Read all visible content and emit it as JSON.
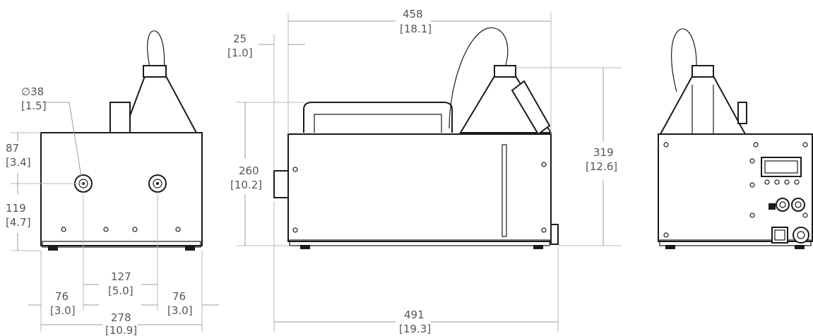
{
  "colors": {
    "outline": "#1a1a1a",
    "dimension": "#9a9a9a",
    "text": "#555555"
  },
  "dimensions": {
    "diameter": {
      "mm": "∅38",
      "in": "[1.5]"
    },
    "height_upper_left": {
      "mm": "87",
      "in": "[3.4]"
    },
    "height_lower_left": {
      "mm": "119",
      "in": "[4.7]"
    },
    "spacing_center": {
      "mm": "127",
      "in": "[5.0]"
    },
    "offset_left": {
      "mm": "76",
      "in": "[3.0]"
    },
    "offset_right": {
      "mm": "76",
      "in": "[3.0]"
    },
    "width_front": {
      "mm": "278",
      "in": "[10.9]"
    },
    "side_length_top": {
      "mm": "458",
      "in": "[18.1]"
    },
    "side_offset_top": {
      "mm": "25",
      "in": "[1.0]"
    },
    "side_height_body": {
      "mm": "260",
      "in": "[10.2]"
    },
    "side_height_total": {
      "mm": "319",
      "in": "[12.6]"
    },
    "side_length_bottom": {
      "mm": "491",
      "in": "[19.3]"
    }
  }
}
